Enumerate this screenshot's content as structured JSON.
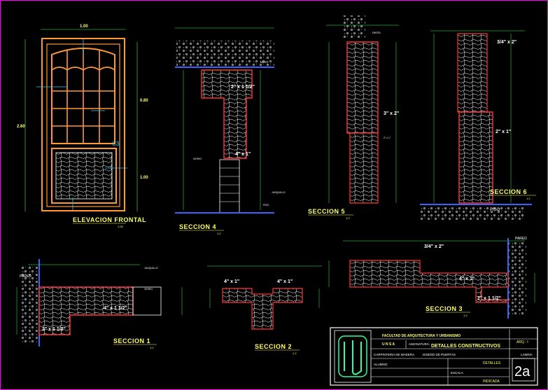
{
  "views": {
    "elevation": {
      "title": "ELEVACION FRONTAL",
      "scale": "1:25",
      "dim_width": "1.00",
      "dim_height": "2.60",
      "dim_upper": "0.80",
      "dim_lower": "1.00",
      "tag": "C3"
    },
    "s4": {
      "title": "SECCION 4",
      "scale": "1:2",
      "lbl_top": "MURO",
      "lbl_wood": "2\" x 1 1/2\"",
      "lbl_wood2": "4\" x 1\"",
      "lbl_glass": "VIDRIO",
      "lbl_mold": "JUNQUILLO",
      "lbl_floor": "PISO"
    },
    "s5": {
      "title": "SECCION 5",
      "scale": "1:2",
      "lbl_top": "DINTEL",
      "lbl_a": "3\" x 2\"",
      "lbl_b": "2\" x 1\""
    },
    "s6": {
      "title": "SECCION 6",
      "scale": "1:2",
      "lbl_a": "3/4\" x 2\"",
      "lbl_b": "2\" x 1\"",
      "lbl_floor": "PISO"
    },
    "s1": {
      "title": "SECCION 1",
      "scale": "1:2",
      "lbl_wall": "PARED",
      "lbl_a": "4\" x 1 1/2\"",
      "lbl_b": "2\" x 1 1/2\"",
      "lbl_mold": "JUNQUILLO",
      "lbl_glass": "VIDRIO"
    },
    "s2": {
      "title": "SECCION 2",
      "scale": "1:2",
      "lbl_a": "4\" x 1\"",
      "lbl_b": "4\" x 1\""
    },
    "s3": {
      "title": "SECCION 3",
      "scale": "1:2",
      "lbl_wall": "PARED",
      "lbl_a": "3/4\" x 2\"",
      "lbl_b": "4\" x 1\"",
      "lbl_c": "2\" x 1 1/2\""
    }
  },
  "titleblock": {
    "faculty": "FACULTAD DE ARQUITECTURA Y URBANISMO",
    "uni": "U N S A",
    "subject_label": "ASIGNATURA:",
    "subject_code": "ARQ - I",
    "sheet_title": "DETALLES CONSTRUCTIVOS",
    "row1": "CARPINTERIA DE MADERA",
    "row2": "DISEÑO DE PUERTAS",
    "row3": "DETALLES",
    "author": "ALUMNO:",
    "sheet_no": "2a",
    "scale_label": "ESCALA",
    "scale": "INDICADA",
    "sheet_label": "LAMINA"
  }
}
